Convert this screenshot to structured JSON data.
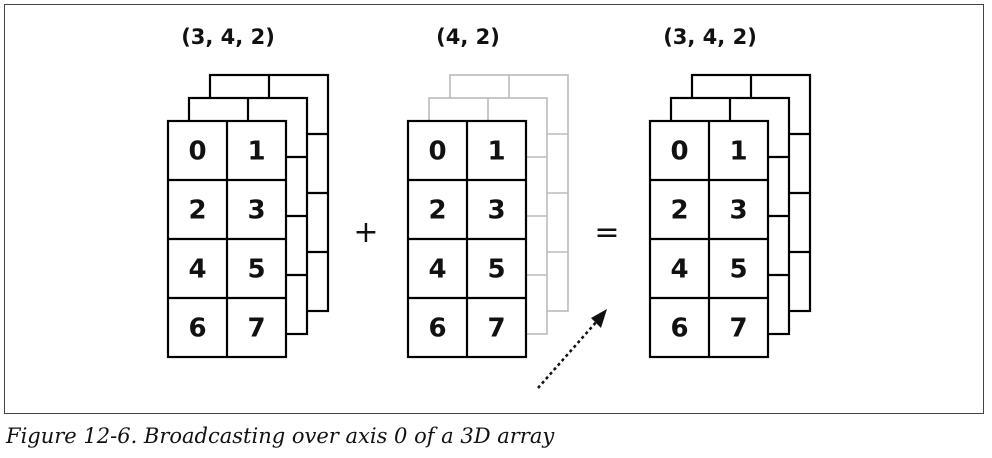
{
  "figure": {
    "caption": "Figure 12-6. Broadcasting over axis 0 of a 3D array",
    "plus_symbol": "+",
    "equals_symbol": "=",
    "operands": [
      {
        "label": "(3, 4, 2)",
        "values": [
          "0",
          "1",
          "2",
          "3",
          "4",
          "5",
          "6",
          "7"
        ],
        "back_layers_style": "solid"
      },
      {
        "label": "(4, 2)",
        "values": [
          "0",
          "1",
          "2",
          "3",
          "4",
          "5",
          "6",
          "7"
        ],
        "back_layers_style": "faded"
      },
      {
        "label": "(3, 4, 2)",
        "values": [
          "0",
          "1",
          "2",
          "3",
          "4",
          "5",
          "6",
          "7"
        ],
        "back_layers_style": "solid"
      }
    ],
    "colors": {
      "solid": "#000000",
      "faded": "#bbbbbb"
    }
  }
}
